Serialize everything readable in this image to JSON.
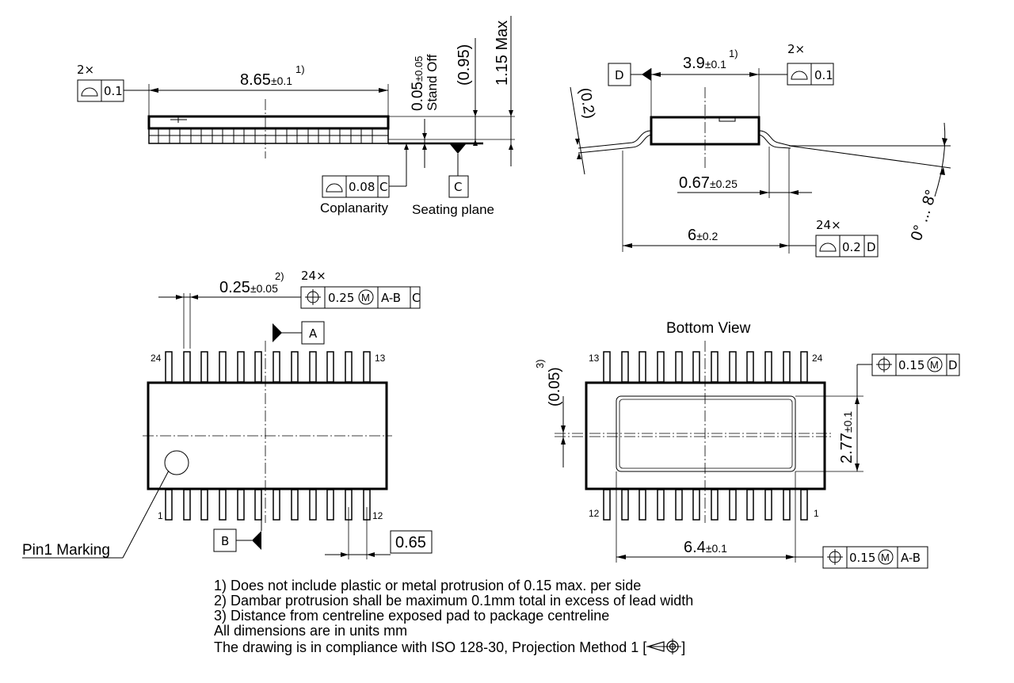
{
  "side_view": {
    "mult_2x": "2×",
    "length_value": "8.65",
    "length_tol": "±0.1",
    "length_note": "1)",
    "flat_tol": "0.1",
    "standoff_value": "0.05",
    "standoff_tol": "±0.05",
    "standoff_label": "Stand Off",
    "body_thk": "(0.95)",
    "max_height": "1.15 Max",
    "coplanarity_tol": "0.08",
    "coplanarity_datum": "C",
    "coplanarity_label": "Coplanarity",
    "seating_datum": "C",
    "seating_label": "Seating plane"
  },
  "end_view": {
    "datum_d": "D",
    "width_value": "3.9",
    "width_tol": "±0.1",
    "width_note": "1)",
    "mult_2x": "2×",
    "flat_tol": "0.1",
    "lead_thk": "(0.2)",
    "foot_value": "0.67",
    "foot_tol": "±0.25",
    "span_value": "6",
    "span_tol": "±0.2",
    "mult_24x": "24×",
    "profile_tol": "0.2",
    "profile_datum": "D",
    "angle": "0° ... 8°"
  },
  "top_view": {
    "lead_w_value": "0.25",
    "lead_w_tol": "±0.05",
    "lead_w_note": "2)",
    "mult_24x": "24×",
    "pos_tol": "0.25",
    "pos_mod": "M",
    "pos_datums": "A-B",
    "pos_datum2": "C",
    "datum_a": "A",
    "datum_b": "B",
    "pin_24": "24",
    "pin_13": "13",
    "pin_1": "1",
    "pin_12": "12",
    "pitch": "0.65",
    "pin1_label": "Pin1 Marking"
  },
  "bottom_view": {
    "title": "Bottom View",
    "pin_13": "13",
    "pin_24": "24",
    "pin_12": "12",
    "pin_1": "1",
    "offset_value": "(0.05)",
    "offset_note": "3)",
    "pad_h_value": "2.77",
    "pad_h_tol": "±0.1",
    "pad_w_value": "6.4",
    "pad_w_tol": "±0.1",
    "pos1_tol": "0.15",
    "pos1_mod": "M",
    "pos1_datum": "D",
    "pos2_tol": "0.15",
    "pos2_mod": "M",
    "pos2_datums": "A-B"
  },
  "notes": [
    "1) Does not include plastic or metal protrusion of 0.15 max. per side",
    "2) Dambar protrusion shall be maximum 0.1mm total in excess of lead width",
    "3) Distance from centreline exposed pad to package centreline",
    "All dimensions are in units mm",
    "The drawing is in compliance with ISO 128-30, Projection Method 1 ["
  ],
  "notes_end": "]"
}
